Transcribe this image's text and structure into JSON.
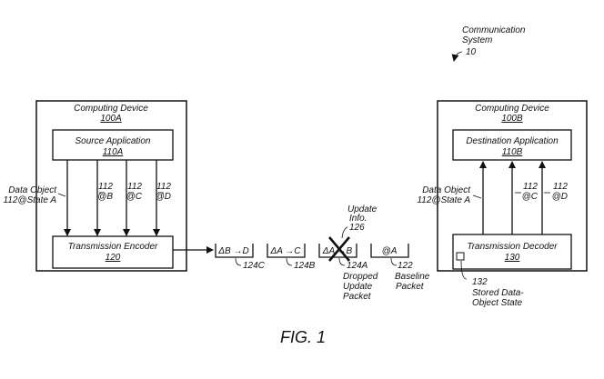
{
  "system_label": {
    "line1": "Communication",
    "line2": "System",
    "ref": "10"
  },
  "source_device": {
    "title": "Computing Device",
    "ref": "100A",
    "app": {
      "title": "Source Application",
      "ref": "110A"
    },
    "encoder": {
      "title": "Transmission Encoder",
      "ref": "120"
    },
    "labels": {
      "data_object_1": "Data Object",
      "data_object_2": "112@State A",
      "b1": "112",
      "b2": "@B",
      "c1": "112",
      "c2": "@C",
      "d1": "112",
      "d2": "@D"
    }
  },
  "packets": [
    {
      "content": "ΔB →D",
      "ref": "124C"
    },
    {
      "content": "ΔA →C",
      "ref": "124B"
    },
    {
      "content": "ΔA →B",
      "ref": "124A",
      "note1": "Dropped",
      "note2": "Update",
      "note3": "Packet"
    },
    {
      "content": "@A",
      "ref": "122",
      "note1": "Baseline",
      "note2": "Packet"
    }
  ],
  "update_info": {
    "line1": "Update",
    "line2": "Info.",
    "ref": "126"
  },
  "dest_device": {
    "title": "Computing Device",
    "ref": "100B",
    "app": {
      "title": "Destination Application",
      "ref": "110B"
    },
    "decoder": {
      "title": "Transmission Decoder",
      "ref": "130"
    },
    "labels": {
      "data_object_1": "Data Object",
      "data_object_2": "112@State A",
      "c1": "112",
      "c2": "@C",
      "d1": "112",
      "d2": "@D"
    },
    "stored_state": {
      "ref": "132",
      "line1": "Stored Data-",
      "line2": "Object State"
    }
  },
  "figure_label": "FIG. 1"
}
